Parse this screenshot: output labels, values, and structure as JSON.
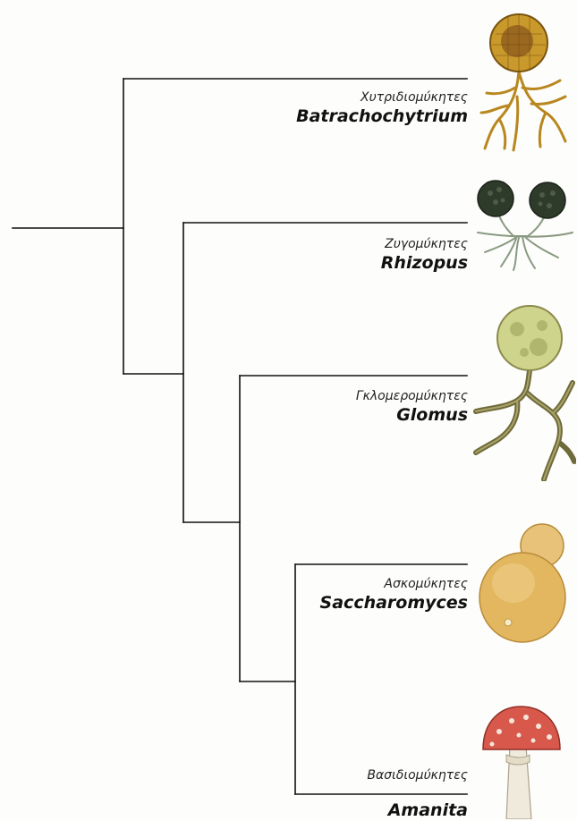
{
  "taxa": [
    {
      "phylum": "Χυτριδιομύκητες",
      "genus": "Batrachochytrium",
      "illustration": "chytrid-sporangium-icon"
    },
    {
      "phylum": "Ζυγομύκητες",
      "genus": "Rhizopus",
      "illustration": "bread-mold-sporangia-icon"
    },
    {
      "phylum": "Γκλομερομύκητες",
      "genus": "Glomus",
      "illustration": "glomus-spore-hyphae-icon"
    },
    {
      "phylum": "Ασκομύκητες",
      "genus": "Saccharomyces",
      "illustration": "budding-yeast-icon"
    },
    {
      "phylum": "Βασιδιομύκητες",
      "genus": "Amanita",
      "illustration": "mushroom-icon"
    }
  ],
  "colors": {
    "branch_line": "#111111",
    "chytrid": "#c9992b",
    "rhizopus": "#2e3a2a",
    "glomus": "#cfd48c",
    "yeast": "#e2b75f",
    "amanita_cap": "#d8584c"
  }
}
